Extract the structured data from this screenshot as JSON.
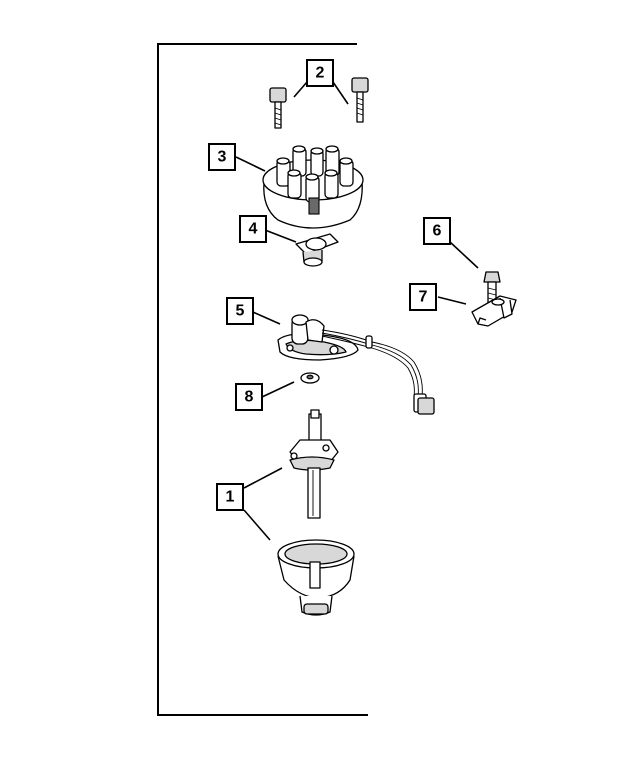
{
  "callouts": [
    {
      "id": "1",
      "label": "1"
    },
    {
      "id": "2",
      "label": "2"
    },
    {
      "id": "3",
      "label": "3"
    },
    {
      "id": "4",
      "label": "4"
    },
    {
      "id": "5",
      "label": "5"
    },
    {
      "id": "6",
      "label": "6"
    },
    {
      "id": "7",
      "label": "7"
    },
    {
      "id": "8",
      "label": "8"
    }
  ],
  "colors": {
    "line": "#000000",
    "background": "#ffffff",
    "shade": "#d8d8d8"
  }
}
